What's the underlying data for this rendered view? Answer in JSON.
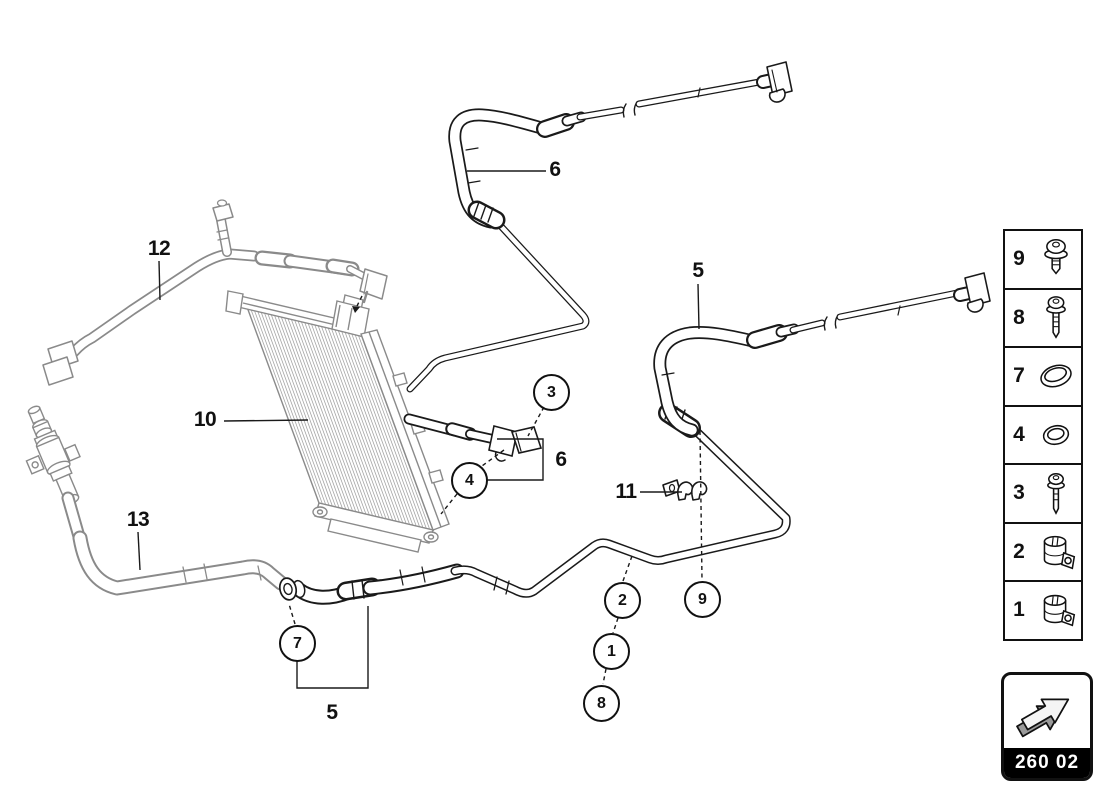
{
  "page": {
    "background": "#ffffff",
    "art_primary": "#1a1a1a",
    "art_secondary": "#8a8a8a"
  },
  "part_labels": {
    "upper_hose": "6",
    "right_hose": "5",
    "return_line": "12",
    "condenser": "10",
    "left_hose": "13",
    "pipe_clamp": "11",
    "lower_hose": "5",
    "fitting_group": "6"
  },
  "callouts": {
    "c1": "1",
    "c2": "2",
    "c3": "3",
    "c4": "4",
    "c7": "7",
    "c8": "8",
    "c9": "9"
  },
  "legend": {
    "rows": [
      {
        "number": "9",
        "icon": "screw-washer-icon"
      },
      {
        "number": "8",
        "icon": "screw-icon"
      },
      {
        "number": "7",
        "icon": "o-ring-large-icon"
      },
      {
        "number": "4",
        "icon": "o-ring-icon"
      },
      {
        "number": "3",
        "icon": "screw-long-icon"
      },
      {
        "number": "2",
        "icon": "hose-clamp-icon"
      },
      {
        "number": "1",
        "icon": "hose-clamp-icon"
      }
    ]
  },
  "nav_box": {
    "code": "260 02"
  }
}
